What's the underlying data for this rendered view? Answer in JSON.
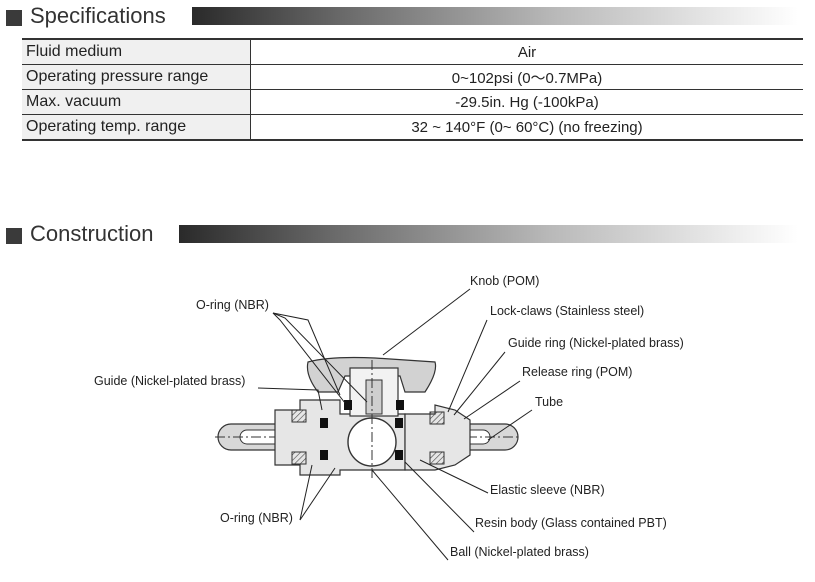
{
  "specifications": {
    "title": "Specifications",
    "rows": [
      {
        "label": "Fluid medium",
        "value": "Air"
      },
      {
        "label": "Operating pressure range",
        "value": "0~102psi (0～0.7MPa)"
      },
      {
        "label": "Max. vacuum",
        "value": "-29.5in. Hg (-100kPa)"
      },
      {
        "label": "Operating temp. range",
        "value": "32 ~ 140°F (0~ 60°C) (no freezing)"
      }
    ]
  },
  "construction": {
    "title": "Construction",
    "labels": {
      "knob": "Knob (POM)",
      "oring_top": "O-ring (NBR)",
      "lock_claws": "Lock-claws (Stainless steel)",
      "guide_ring": "Guide ring (Nickel-plated brass)",
      "release_ring": "Release ring (POM)",
      "guide": "Guide (Nickel-plated brass)",
      "tube": "Tube",
      "elastic_sleeve": "Elastic sleeve (NBR)",
      "oring_bottom": "O-ring (NBR)",
      "resin_body": "Resin body (Glass contained PBT)",
      "ball": "Ball (Nickel-plated brass)"
    }
  }
}
